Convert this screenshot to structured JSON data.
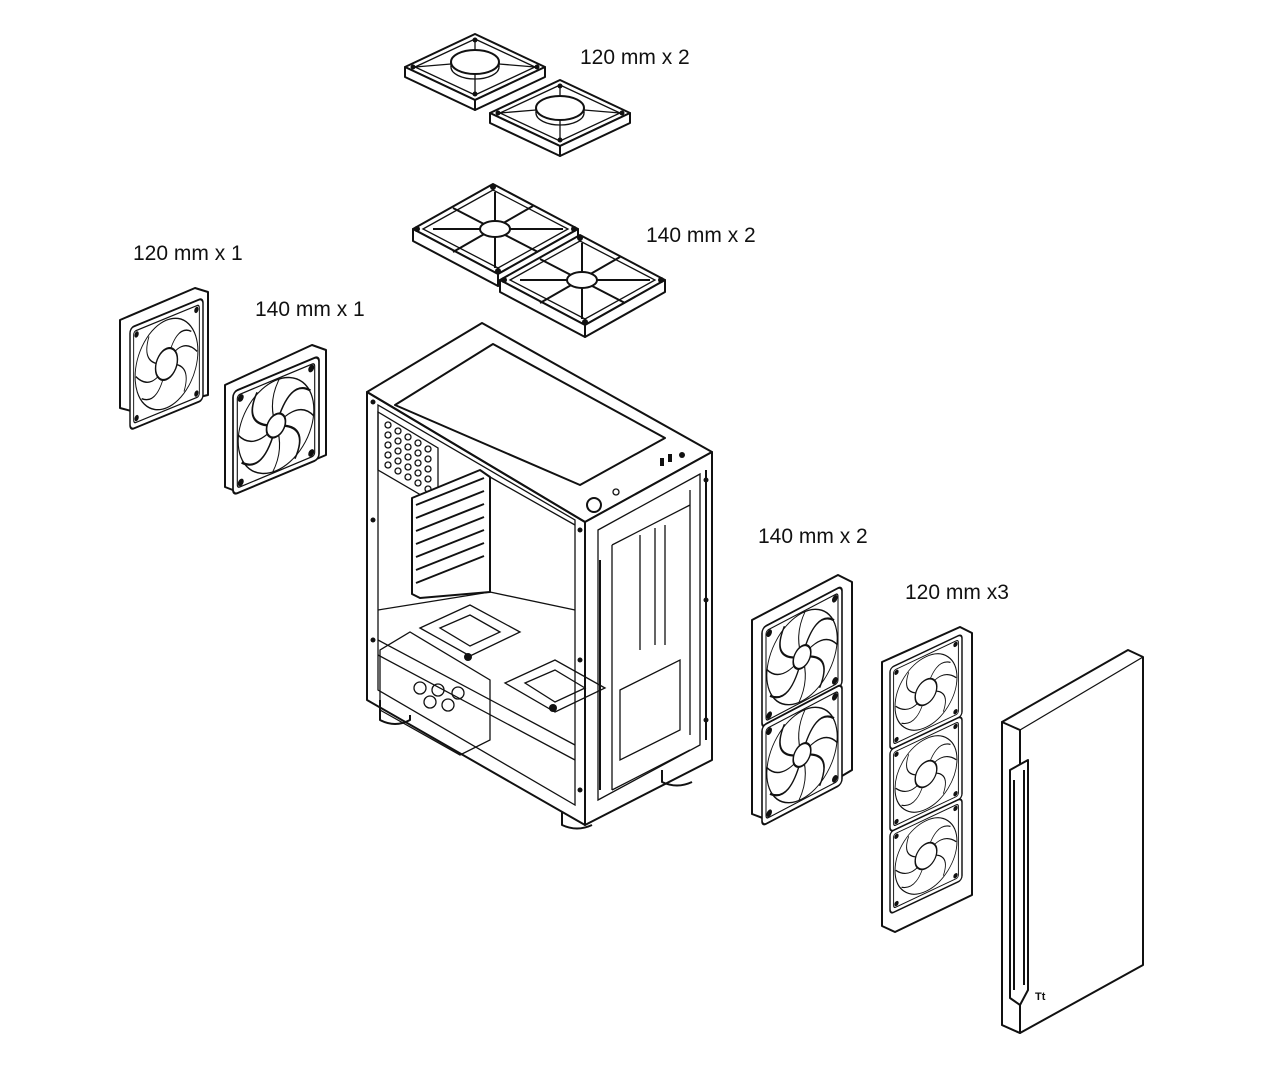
{
  "labels": {
    "top_120": "120 mm x 2",
    "top_140": "140 mm x 2",
    "rear_120": "120 mm x 1",
    "rear_140": "140 mm x 1",
    "front_140": "140 mm x 2",
    "front_120": "120 mm x3"
  },
  "front_panel_logo": "Tt",
  "colors": {
    "line": "#111111",
    "background": "#ffffff"
  }
}
